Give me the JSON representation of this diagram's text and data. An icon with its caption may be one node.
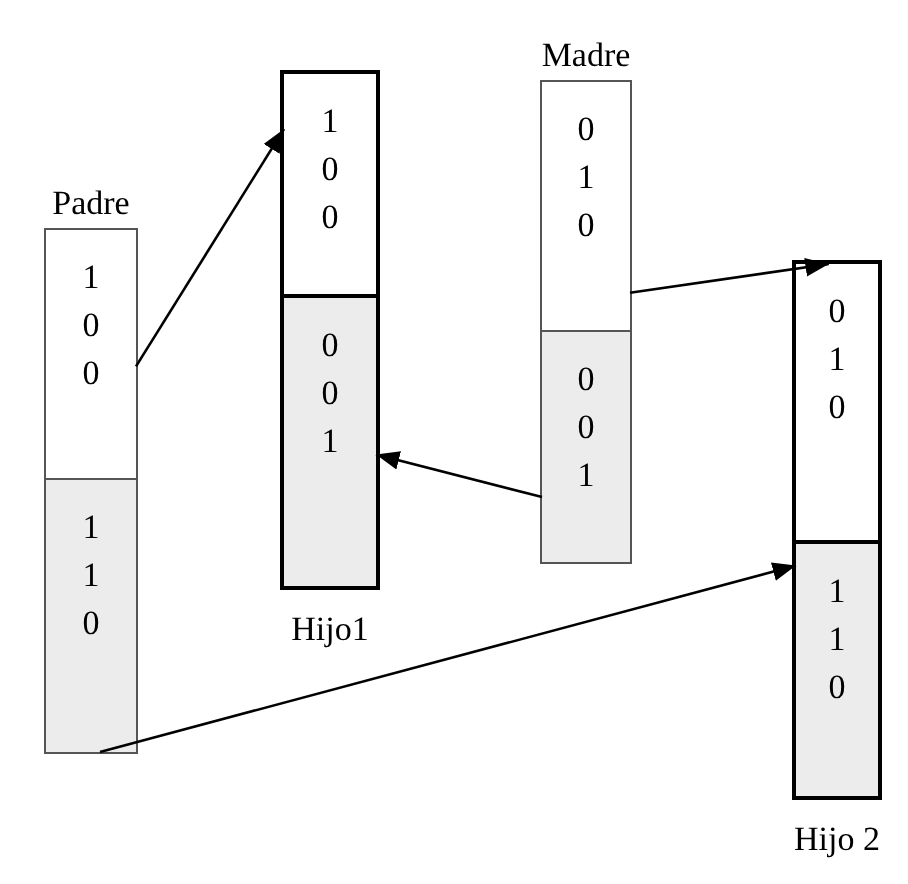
{
  "diagram": {
    "nodes": [
      {
        "text": [
          "Padre"
        ]
      },
      {
        "text": [
          "1 0 0"
        ],
        "in": 0
      },
      {
        "text": [
          "1 1 0"
        ],
        "in": 0
      },
      {
        "text": [
          "Hijo1"
        ]
      },
      {
        "text": [
          "1 0 0"
        ],
        "in": 3
      },
      {
        "text": [
          "0 0 1"
        ],
        "in": 3
      },
      {
        "text": [
          "Madre"
        ]
      },
      {
        "text": [
          "0 1 0"
        ],
        "in": 6
      },
      {
        "text": [
          "0 0 1"
        ],
        "in": 6
      },
      {
        "text": [
          "Hijo 2"
        ]
      },
      {
        "text": [
          "0 1 0"
        ],
        "in": 9
      },
      {
        "text": [
          "1 1 0"
        ],
        "in": 9
      }
    ],
    "edges": [
      {
        "from": 1,
        "to": 4,
        "arrow": "to"
      },
      {
        "from": 8,
        "to": 5,
        "arrow": "to"
      },
      {
        "from": 7,
        "to": 10,
        "arrow": "to"
      },
      {
        "from": 2,
        "to": 11,
        "arrow": "to"
      }
    ]
  }
}
